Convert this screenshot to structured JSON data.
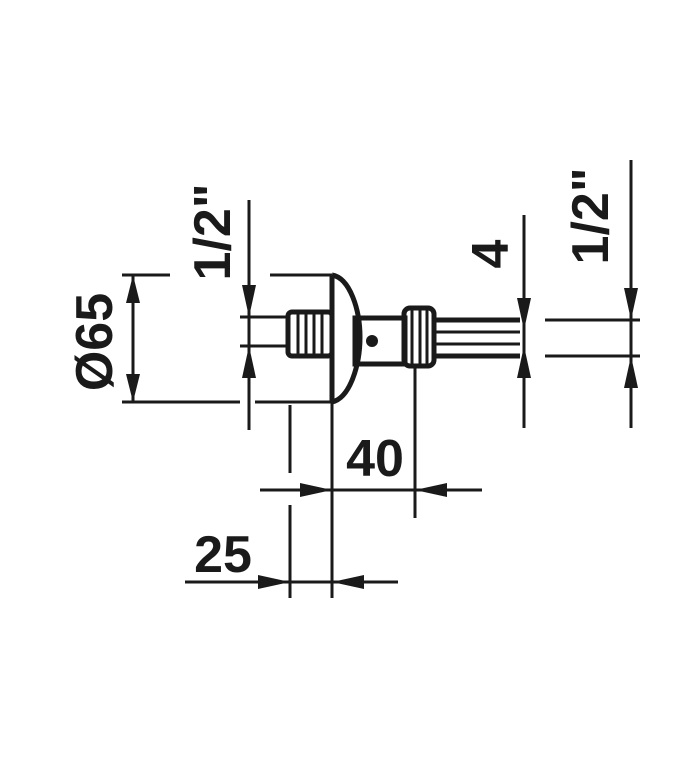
{
  "dimensions": {
    "flange_diameter": "Ø65",
    "inlet_thread": "1/2\"",
    "outlet_thread": "1/2\"",
    "outlet_offset": "4",
    "length_40": "40",
    "length_25": "25"
  },
  "colors": {
    "ink": "#1a1a1a",
    "background": "#ffffff"
  }
}
